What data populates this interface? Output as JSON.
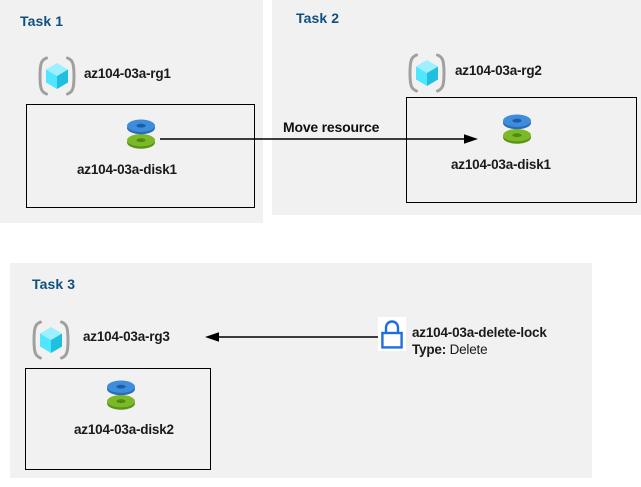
{
  "diagram": {
    "title": "Azure resource group tasks diagram",
    "background": "#ffffff",
    "panel_color": "#f1f1f1",
    "task_label_color": "#10507f",
    "accent_blue": "#1f6fdd",
    "disk_top_color": "#3d8ddc",
    "disk_bottom_color": "#7cb928",
    "cube_color": "#50e6ff"
  },
  "tasks": [
    {
      "label": "Task 1",
      "resource_group": "az104-03a-rg1",
      "resource": "az104-03a-disk1",
      "rg_icon": "resource-group-icon",
      "resource_icon": "managed-disk-icon"
    },
    {
      "label": "Task 2",
      "resource_group": "az104-03a-rg2",
      "resource": "az104-03a-disk1",
      "rg_icon": "resource-group-icon",
      "resource_icon": "managed-disk-icon"
    },
    {
      "label": "Task 3",
      "resource_group": "az104-03a-rg3",
      "resource": "az104-03a-disk2",
      "rg_icon": "resource-group-icon",
      "resource_icon": "managed-disk-icon"
    }
  ],
  "connectors": {
    "move": {
      "label": "Move resource",
      "from": "az104-03a-disk1 (Task 1)",
      "to": "az104-03a-disk1 (Task 2)",
      "direction": "right"
    },
    "lock": {
      "label": "",
      "from": "az104-03a-delete-lock",
      "to": "az104-03a-rg3",
      "direction": "left"
    }
  },
  "lock": {
    "icon": "lock-icon",
    "name": "az104-03a-delete-lock",
    "type_label": "Type:",
    "type_value": "Delete"
  }
}
